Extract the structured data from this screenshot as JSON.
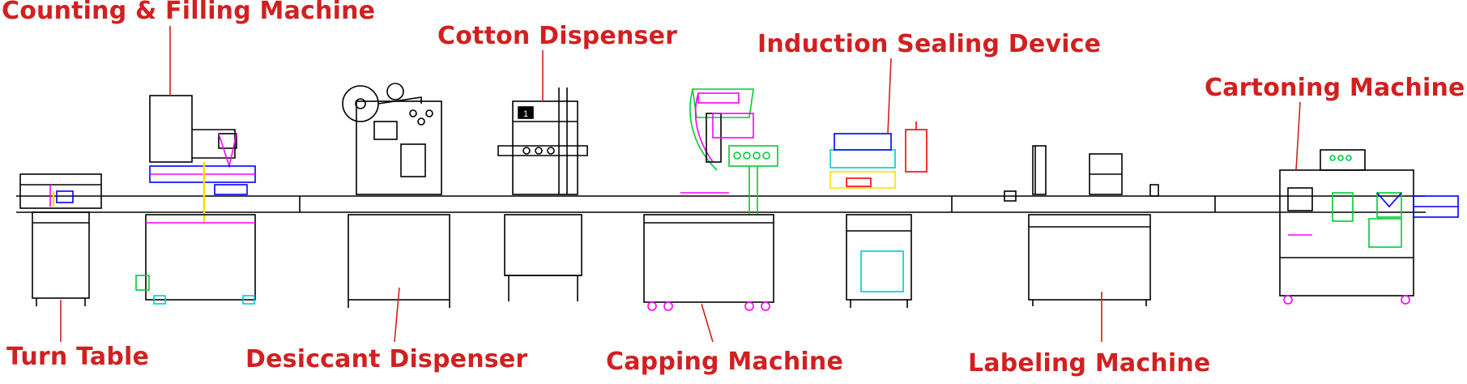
{
  "labels": {
    "counting_filling": "Counting & Filling Machine",
    "cotton": "Cotton Dispenser",
    "induction": "Induction Sealing Device",
    "cartoning": "Cartoning Machine",
    "turn_table": "Turn Table",
    "desiccant": "Desiccant Dispenser",
    "capping": "Capping Machine",
    "labeling": "Labeling Machine"
  },
  "machine_panels": {
    "cotton_counter": "1"
  },
  "colors": {
    "label": "#d22020",
    "leader": "#d22020",
    "line": "#000000",
    "magenta": "#ff00ff",
    "green": "#00cc33",
    "cyan": "#00cccc",
    "blue": "#0000ff",
    "yellow": "#ffdd00",
    "red": "#ff0000"
  }
}
